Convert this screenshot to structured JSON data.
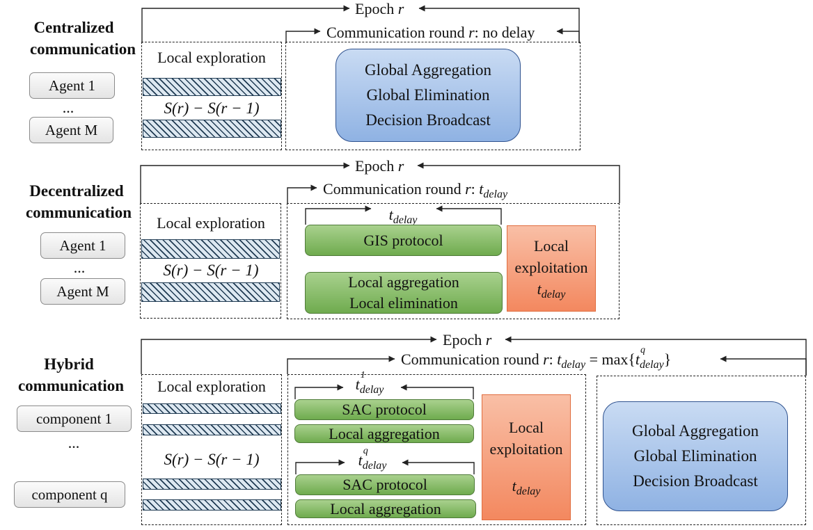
{
  "centralized": {
    "title_line1": "Centralized",
    "title_line2": "communication",
    "agents": [
      "Agent 1",
      "...",
      "Agent M"
    ],
    "epoch_label": "Epoch",
    "epoch_var": "r",
    "comm_round_prefix": "Communication round",
    "comm_round_var": "r",
    "comm_round_suffix": ": no delay",
    "local_exploration": "Local exploration",
    "sr_label": "S(r) − S(r − 1)",
    "global_box": [
      "Global Aggregation",
      "Global Elimination",
      "Decision Broadcast"
    ]
  },
  "decentralized": {
    "title_line1": "Decentralized",
    "title_line2": "communication",
    "agents": [
      "Agent 1",
      "...",
      "Agent M"
    ],
    "epoch_label": "Epoch",
    "epoch_var": "r",
    "comm_round_prefix": "Communication round",
    "comm_round_var": "r",
    "comm_round_colon": ":",
    "t_base": "t",
    "t_sub": "delay",
    "local_exploration": "Local exploration",
    "sr_label": "S(r) − S(r − 1)",
    "gis_protocol": "GIS protocol",
    "local_agg": "Local aggregation",
    "local_elim": "Local elimination",
    "exploit_line1": "Local",
    "exploit_line2": "exploitation"
  },
  "hybrid": {
    "title_line1": "Hybrid",
    "title_line2": "communication",
    "components": [
      "component 1",
      "...",
      "component q"
    ],
    "epoch_label": "Epoch",
    "epoch_var": "r",
    "comm_round_prefix": "Communication round",
    "comm_round_var": "r",
    "comm_round_colon": ":",
    "t_base": "t",
    "t_sub": "delay",
    "equals_max": "= max{",
    "max_sup": "q",
    "close_brace": "}",
    "local_exploration": "Local exploration",
    "sr_label": "S(r) − S(r − 1)",
    "t1_sup": "1",
    "tq_sup": "q",
    "sac_protocol": "SAC protocol",
    "local_agg": "Local aggregation",
    "exploit_line1": "Local",
    "exploit_line2": "exploitation",
    "global_box": [
      "Global Aggregation",
      "Global Elimination",
      "Decision Broadcast"
    ]
  },
  "colors": {
    "stroke": "#222222",
    "hatch_line": "#1f3a52",
    "hatch_fill": "#dde8f1",
    "blue_top": "#c9dbf3",
    "blue_bottom": "#8fb2e3",
    "blue_border": "#2f528f",
    "green_top": "#a9d18e",
    "green_bottom": "#6fab4e",
    "green_border": "#4e7a38",
    "orange_top": "#f9bfa6",
    "orange_bottom": "#f3885f",
    "orange_border": "#e06d3e",
    "agent_fill": "#ececec",
    "agent_border": "#8a8a8a"
  }
}
